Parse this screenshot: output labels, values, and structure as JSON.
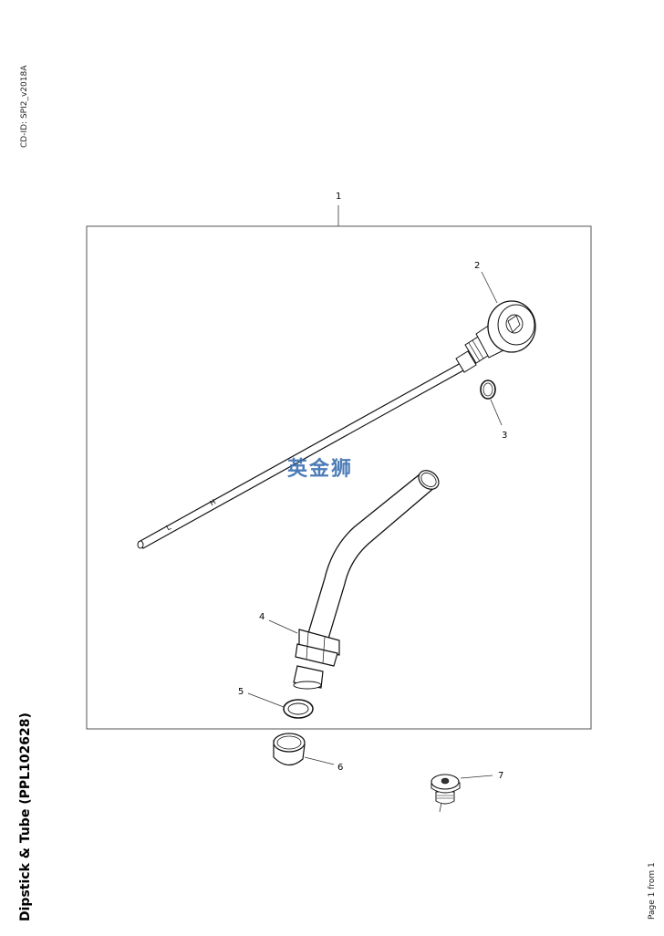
{
  "document": {
    "cd_id": "CD-ID: SPI2_v2018A",
    "title": "Dipstick & Tube (PPL102628)",
    "page_info": "Page 1 from 1",
    "watermark": "英金狮"
  },
  "callouts": [
    {
      "num": "1",
      "part": "kit-frame"
    },
    {
      "num": "2",
      "part": "dipstick-handle"
    },
    {
      "num": "3",
      "part": "o-ring"
    },
    {
      "num": "4",
      "part": "dipstick-tube"
    },
    {
      "num": "5",
      "part": "sealing-washer"
    },
    {
      "num": "6",
      "part": "sleeve"
    },
    {
      "num": "7",
      "part": "plug"
    }
  ],
  "dipstick_marks": [
    "L",
    "H"
  ]
}
